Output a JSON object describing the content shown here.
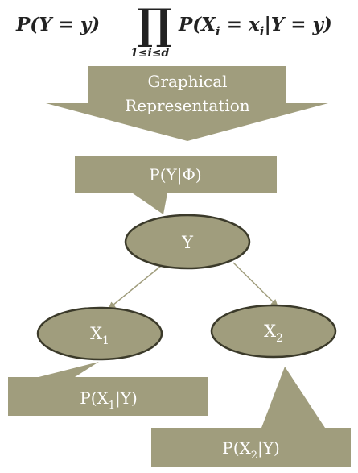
{
  "formula": {
    "left": "P(Y = y)",
    "product": "∏",
    "subscript": "1≤i≤d",
    "right_start": "P(X",
    "right_sub_i1": "i",
    "right_mid": " = x",
    "right_sub_i2": "i",
    "right_end": "|Y = y)"
  },
  "banner": {
    "line1": "Graphical",
    "line2": "Representation"
  },
  "nodes": {
    "y": "Y",
    "x1_main": "X",
    "x1_sub": "1",
    "x2_main": "X",
    "x2_sub": "2"
  },
  "callouts": {
    "prior": "P(Y|Φ)",
    "x1_pre": "P(X",
    "x1_sub": "1",
    "x1_post": "|Y)",
    "x2_pre": "P(X",
    "x2_sub": "2",
    "x2_post": "|Y)"
  },
  "colors": {
    "shape_fill": "#a09d7d",
    "shape_stroke": "#3b3a2a",
    "edge": "#a09d7d",
    "text_light": "#ffffff",
    "text_dark": "#222222"
  }
}
